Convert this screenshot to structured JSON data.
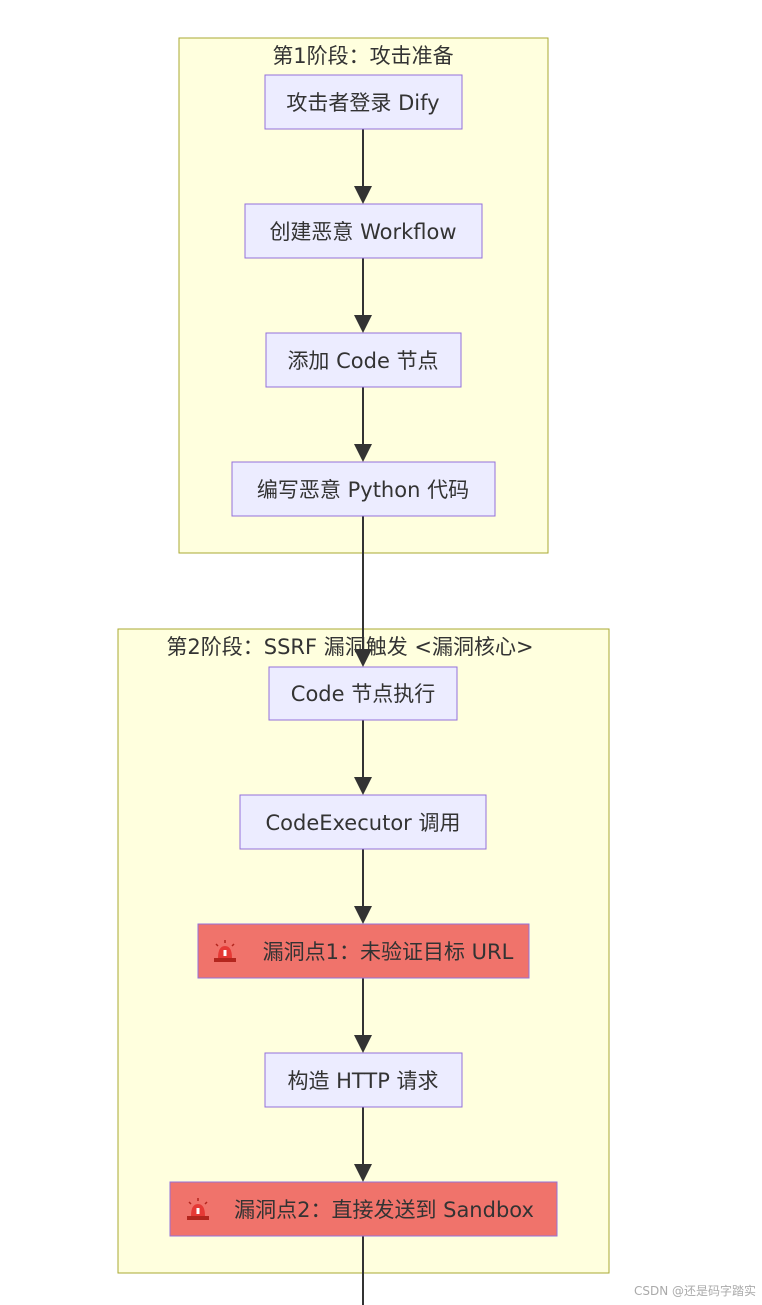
{
  "clusters": [
    {
      "id": "stage1",
      "title": "第1阶段：攻击准备"
    },
    {
      "id": "stage2",
      "title": "第2阶段：SSRF 漏洞触发 <漏洞核心>"
    }
  ],
  "nodes": [
    {
      "id": "n1",
      "text": "攻击者登录 Dify",
      "kind": "normal"
    },
    {
      "id": "n2",
      "text": "创建恶意 Workflow",
      "kind": "normal"
    },
    {
      "id": "n3",
      "text": "添加 Code 节点",
      "kind": "normal"
    },
    {
      "id": "n4",
      "text": "编写恶意 Python 代码",
      "kind": "normal"
    },
    {
      "id": "n5",
      "text": "Code 节点执行",
      "kind": "normal"
    },
    {
      "id": "n6",
      "text": "CodeExecutor 调用",
      "kind": "normal"
    },
    {
      "id": "n7",
      "icon": "rotating-light-icon",
      "text": "漏洞点1：未验证目标 URL",
      "kind": "vulnerability"
    },
    {
      "id": "n8",
      "text": "构造 HTTP 请求",
      "kind": "normal"
    },
    {
      "id": "n9",
      "icon": "rotating-light-icon",
      "text": "漏洞点2：直接发送到 Sandbox",
      "kind": "vulnerability"
    }
  ],
  "edges": [
    {
      "from": "n1",
      "to": "n2"
    },
    {
      "from": "n2",
      "to": "n3"
    },
    {
      "from": "n3",
      "to": "n4"
    },
    {
      "from": "n4",
      "to": "n5"
    },
    {
      "from": "n5",
      "to": "n6"
    },
    {
      "from": "n6",
      "to": "n7"
    },
    {
      "from": "n7",
      "to": "n8"
    },
    {
      "from": "n8",
      "to": "n9"
    },
    {
      "from": "n9",
      "to": "offpage"
    }
  ],
  "watermark": "CSDN @还是码字踏实",
  "colors": {
    "cluster_fill": "#ffffde",
    "cluster_border": "#aaaa33",
    "node_fill": "#ececff",
    "node_border": "#9370db",
    "vulnerability_fill": "#f0736b",
    "edge": "#333333"
  }
}
